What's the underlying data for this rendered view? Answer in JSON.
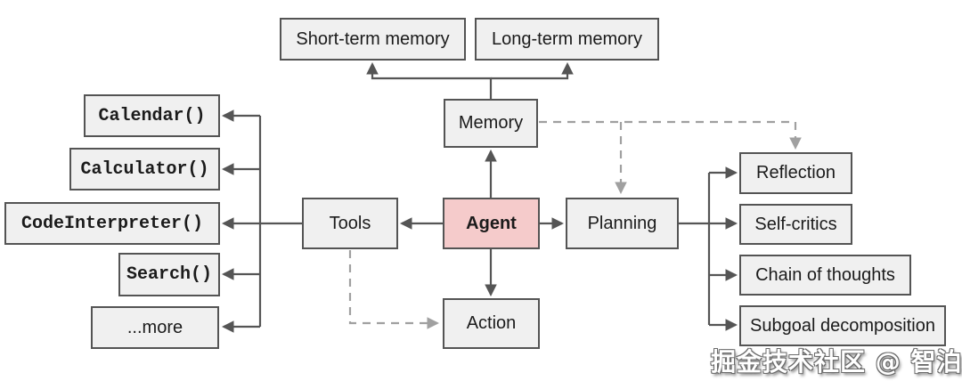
{
  "diagram": {
    "nodes": {
      "short_term_memory": "Short-term memory",
      "long_term_memory": "Long-term memory",
      "memory": "Memory",
      "agent": "Agent",
      "tools": "Tools",
      "action": "Action",
      "planning": "Planning",
      "calendar": "Calendar()",
      "calculator": "Calculator()",
      "code_interpreter": "CodeInterpreter()",
      "search": "Search()",
      "more": "...more",
      "reflection": "Reflection",
      "self_critics": "Self-critics",
      "chain_of_thoughts": "Chain of thoughts",
      "subgoal_decomposition": "Subgoal decomposition"
    },
    "colors": {
      "background": "#ffffff",
      "node_fill": "#f0f0f0",
      "node_border": "#545454",
      "agent_fill": "#f5cbcb",
      "solid_connector": "#555555",
      "dashed_connector": "#a0a0a0"
    }
  },
  "watermark": {
    "text": "掘金技术社区 @ 智泊AI"
  }
}
